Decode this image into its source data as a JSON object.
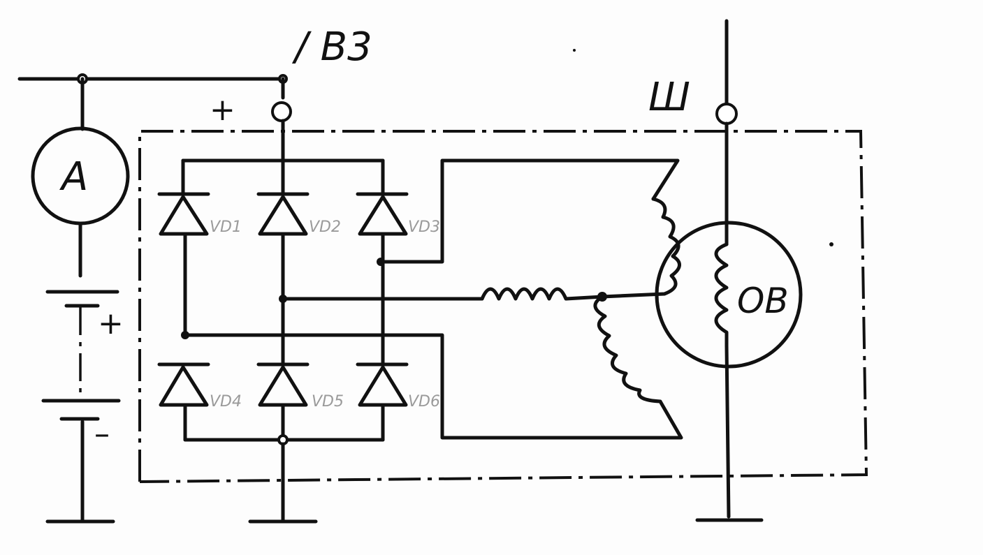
{
  "labels": {
    "terminal_b3": "/ B3",
    "terminal_sh": "Ш",
    "ammeter": "A",
    "field_winding": "OB",
    "plus_top": "+",
    "battery_plus": "+",
    "battery_minus": "–"
  },
  "diodes": {
    "vd1": "VD1",
    "vd2": "VD2",
    "vd3": "VD3",
    "vd4": "VD4",
    "vd5": "VD5",
    "vd6": "VD6"
  }
}
